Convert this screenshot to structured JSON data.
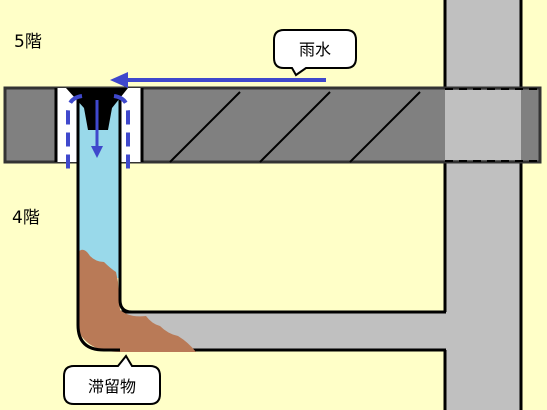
{
  "floors": {
    "upper_label": "5階",
    "lower_label": "4階"
  },
  "callouts": {
    "rain_label": "雨水",
    "residue_label": "滞留物"
  },
  "colors": {
    "background": "#FFFFC8",
    "slab": "#808080",
    "pipe_gray": "#C0C0C0",
    "water": "#99D9EA",
    "residue": "#B97A57",
    "arrow_blue": "#3F48CC",
    "outline": "#000000"
  },
  "icons": {
    "flow_arrow": "left-arrow-icon",
    "down_arrow": "down-arrow-icon"
  }
}
